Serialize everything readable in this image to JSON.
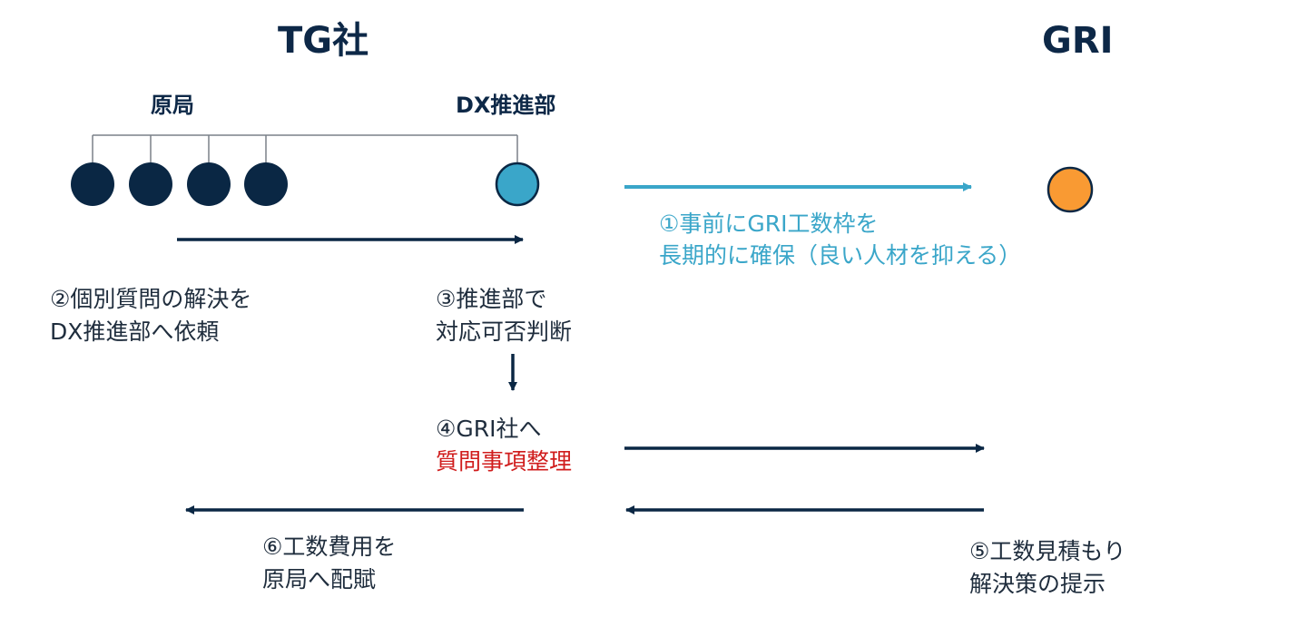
{
  "colors": {
    "navy": "#0a2744",
    "teal": "#3aa6c9",
    "orange": "#f99a33",
    "red": "#d01c1c"
  },
  "headers": {
    "tg": "TG社",
    "gri": "GRI"
  },
  "groups": {
    "genkyoku": "原局",
    "dx": "DX推進部"
  },
  "steps": {
    "s1": {
      "line1": "①事前にGRI工数枠を",
      "line2": "長期的に確保（良い人材を抑える）"
    },
    "s2": {
      "line1": "②個別質問の解決を",
      "line2": "DX推進部へ依頼"
    },
    "s3": {
      "line1": "③推進部で",
      "line2": "対応可否判断"
    },
    "s4": {
      "line1": "④GRI社へ",
      "line2": "質問事項整理"
    },
    "s5": {
      "line1": "⑤工数見積もり",
      "line2": "解決策の提示"
    },
    "s6": {
      "line1": "⑥工数費用を",
      "line2": "原局へ配賦"
    }
  }
}
